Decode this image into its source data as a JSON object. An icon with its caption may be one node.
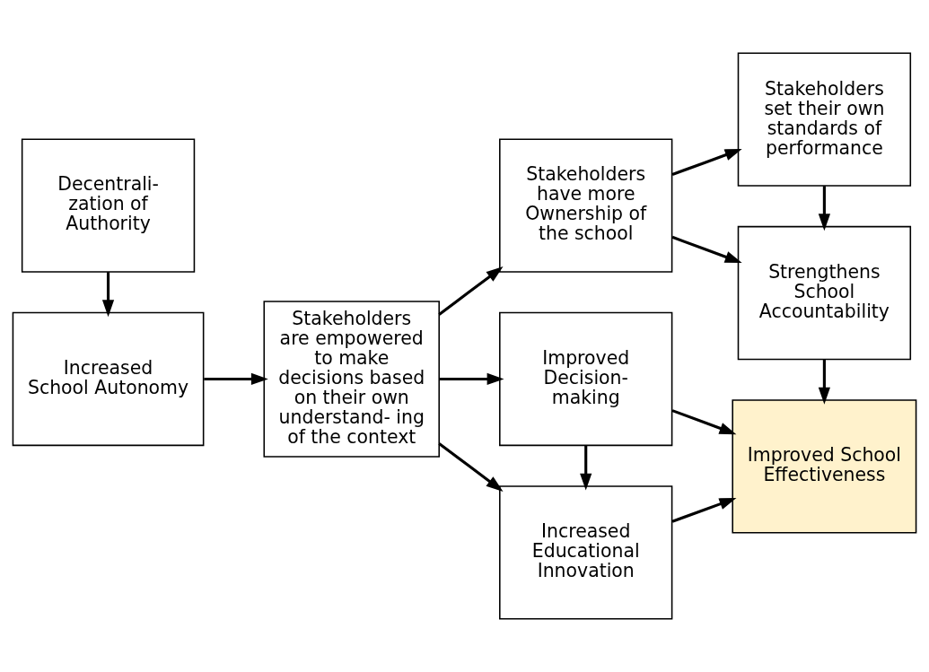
{
  "diagram": {
    "nodes": [
      {
        "text": [
          "Decentrali- zation of Authority"
        ]
      },
      {
        "text": [
          "Increased School Autonomy"
        ]
      },
      {
        "text": [
          "Stakeholders are empowered to make decisions based on their own understand- ing of the context"
        ]
      },
      {
        "text": [
          "Stakeholders have more Ownership of the school"
        ]
      },
      {
        "text": [
          "Improved Decision- making"
        ]
      },
      {
        "text": [
          "Increased Educational Innovation"
        ]
      },
      {
        "text": [
          "Stakeholders set their own standards of performance"
        ]
      },
      {
        "text": [
          "Strengthens School Accountability"
        ]
      },
      {
        "text": [
          "Improved School Effectiveness"
        ]
      }
    ],
    "edges": [
      {
        "from": 0,
        "to": 1,
        "arrow": "to"
      },
      {
        "from": 1,
        "to": 2,
        "arrow": "to"
      },
      {
        "from": 2,
        "to": 3,
        "arrow": "to"
      },
      {
        "from": 2,
        "to": 4,
        "arrow": "to"
      },
      {
        "from": 2,
        "to": 5,
        "arrow": "to"
      },
      {
        "from": 3,
        "to": 6,
        "arrow": "to"
      },
      {
        "from": 3,
        "to": 7,
        "arrow": "to"
      },
      {
        "from": 6,
        "to": 7,
        "arrow": "to"
      },
      {
        "from": 7,
        "to": 8,
        "arrow": "to"
      },
      {
        "from": 4,
        "to": 8,
        "arrow": "to"
      },
      {
        "from": 4,
        "to": 5,
        "arrow": "to"
      },
      {
        "from": 5,
        "to": 8,
        "arrow": "to"
      }
    ]
  }
}
